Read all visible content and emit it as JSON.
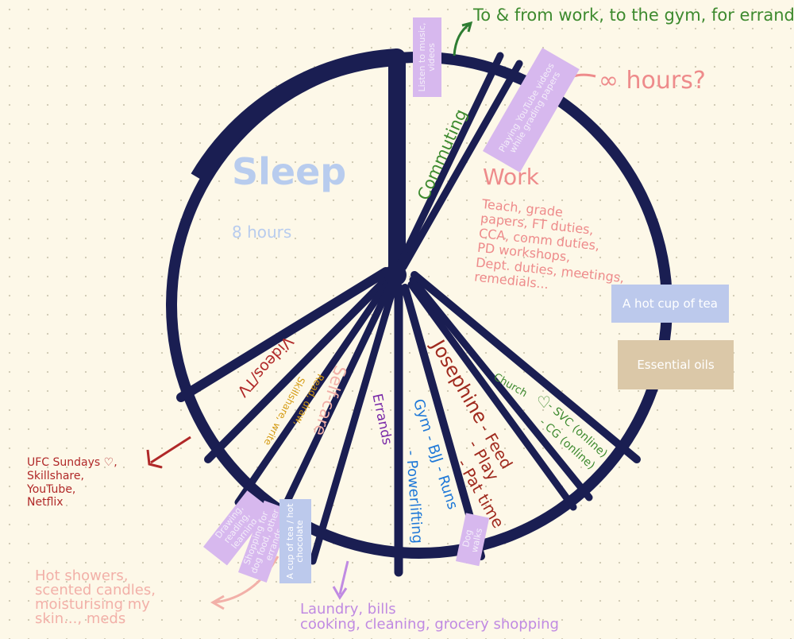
{
  "colors": {
    "ink": "#1a1e52",
    "background": "#fdf8e8",
    "sleep": "#b8ccee",
    "commuting": "#3d8a2e",
    "work": "#ee8b8b",
    "josephine": "#a02a1e",
    "church": "#3d8a2e",
    "gym": "#1e78d8",
    "errands": "#7a2aa8",
    "self_care": "#f2b0a8",
    "reading": "#d49a10",
    "videos": "#b02828",
    "laundry": "#c08ae2",
    "lavender_note": "#d7b8ee",
    "blue_note": "#bcc9ec",
    "tan_note": "#dbc8a8"
  },
  "header_note": "To & from work, to the gym, for errands",
  "infinity_note": "∞ hours?",
  "sections": {
    "sleep": {
      "title": "Sleep",
      "hours": "8 hours"
    },
    "commuting": {
      "label": "Commuting"
    },
    "work": {
      "title": "Work",
      "details": "Teach, grade\npapers, FT duties,\nCCA, comm duties,\nPD workshops,\nDept. duties, meetings,\nremedials..."
    },
    "church": {
      "label": "Church",
      "heart": "♡",
      "line1": "- SVC (online)",
      "line2": "- CG (online)"
    },
    "josephine": {
      "title": "Josephine",
      "line1": "- Feed",
      "line2": "- Play",
      "line3": "- Pat time"
    },
    "gym": {
      "line1": "Gym - BJJ - Runs",
      "line2": "- Powerlifting"
    },
    "errands": {
      "label": "Errands"
    },
    "self_care": {
      "label": "Self-care"
    },
    "reading": {
      "line1": "Read, draw,",
      "line2": "Skillshare, write"
    },
    "videos": {
      "label": "Videos/TV"
    }
  },
  "notes": {
    "music": "Listen to music, videos",
    "youtube": "Playing YouTube videos while grading papers",
    "tea": "A hot cup of tea",
    "oils": "Essential oils",
    "drawing": "Drawing, reading, learning",
    "shopping": "Shopping for dog food, other errands",
    "cup": "A cup of tea / hot chocolate",
    "dog": "Dog walks"
  },
  "footnotes": {
    "videos_list": "UFC Sundays ♡,\nSkillshare,\nYouTube,\nNetflix",
    "self_care_list": "Hot showers,\nscented candles,\nmoisturising my\nskin..., meds",
    "laundry_list": "Laundry, bills\ncooking, cleaning, grocery shopping"
  }
}
